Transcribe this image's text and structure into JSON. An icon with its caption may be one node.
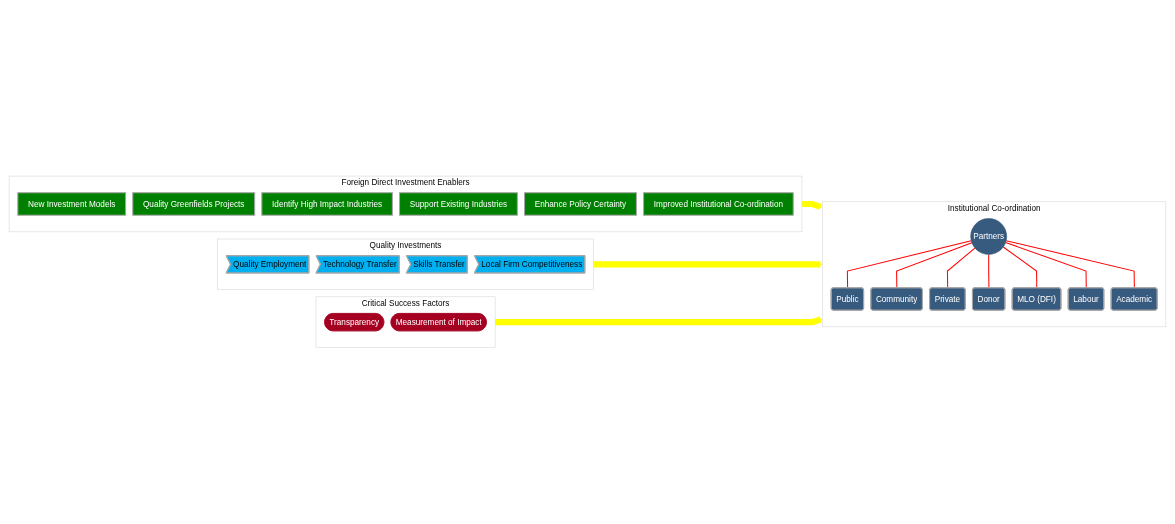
{
  "diagram": {
    "nodes": [
      {
        "text": [
          "Foreign Direct Investment Enablers"
        ]
      },
      {
        "text": [
          "New Investment Models"
        ],
        "in": 0
      },
      {
        "text": [
          "Quality Greenfields Projects"
        ],
        "in": 0
      },
      {
        "text": [
          "Identify High Impact Industries"
        ],
        "in": 0
      },
      {
        "text": [
          "Support Existing Industries"
        ],
        "in": 0
      },
      {
        "text": [
          "Enhance Policy Certainty"
        ],
        "in": 0
      },
      {
        "text": [
          "Improved Institutional Co-ordination"
        ],
        "in": 0
      },
      {
        "text": [
          "Institutional Co-ordination"
        ]
      },
      {
        "text": [
          "Public"
        ],
        "in": 7
      },
      {
        "text": [
          "Community"
        ],
        "in": 7
      },
      {
        "text": [
          "Private"
        ],
        "in": 7
      },
      {
        "text": [
          "Partners"
        ],
        "in": 7
      },
      {
        "text": [
          "Donor"
        ],
        "in": 7
      },
      {
        "text": [
          "MLO (DFI)"
        ],
        "in": 7
      },
      {
        "text": [
          "Labour"
        ],
        "in": 7
      },
      {
        "text": [
          "Academic"
        ],
        "in": 7
      },
      {
        "text": [
          "Quality Investments"
        ]
      },
      {
        "text": [
          "Quality Employment"
        ],
        "in": 16
      },
      {
        "text": [
          "Technology Transfer"
        ],
        "in": 16
      },
      {
        "text": [
          "Skills Transfer"
        ],
        "in": 16
      },
      {
        "text": [
          "Local Firm Competitiveness"
        ],
        "in": 16
      },
      {
        "text": [
          "Critical Success Factors"
        ]
      },
      {
        "text": [
          "Transparency"
        ],
        "in": 21
      },
      {
        "text": [
          "Measurement of Impact"
        ],
        "in": 21
      }
    ],
    "edges": [
      {
        "from": 0,
        "to": 7,
        "arrow": "to",
        "style": "thick",
        "color": "#ffff00"
      },
      {
        "from": 16,
        "to": 7,
        "arrow": "to",
        "style": "thick",
        "color": "#ffff00"
      },
      {
        "from": 21,
        "to": 7,
        "arrow": "to",
        "style": "thick",
        "color": "#ffff00"
      },
      {
        "from": 11,
        "to": 8,
        "arrow": "none"
      },
      {
        "from": 11,
        "to": 9,
        "arrow": "none"
      },
      {
        "from": 11,
        "to": 10,
        "arrow": "none"
      },
      {
        "from": 11,
        "to": 12,
        "arrow": "none"
      },
      {
        "from": 11,
        "to": 13,
        "arrow": "none"
      },
      {
        "from": 11,
        "to": 14,
        "arrow": "none"
      },
      {
        "from": 11,
        "to": 15,
        "arrow": "none"
      }
    ]
  }
}
